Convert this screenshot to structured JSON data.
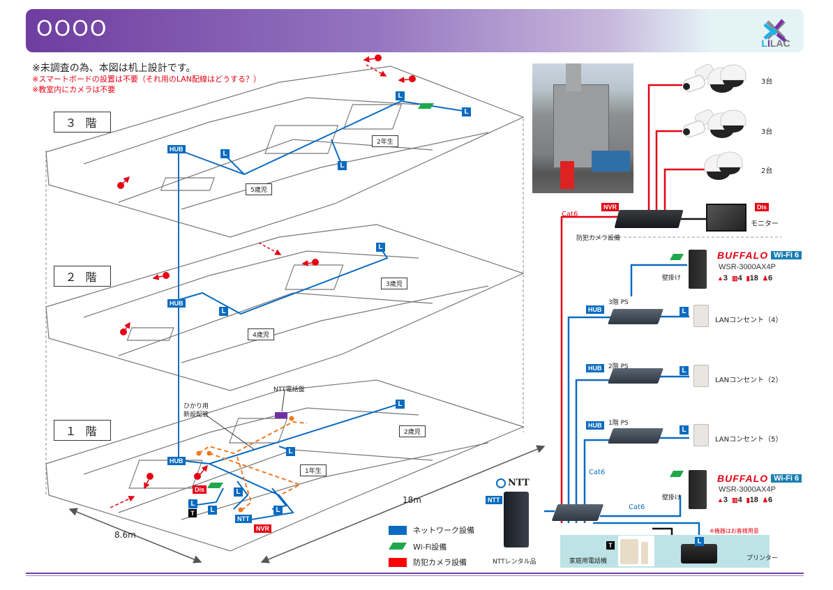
{
  "header": {
    "title": "OOOO",
    "logo_text_parts": [
      "L",
      "I",
      "LAC"
    ]
  },
  "notes": {
    "main": "※未調査の為、本図は机上設計です。",
    "red_1": "※スマートボードの設置は不要（それ用のLAN配線はどうする？）",
    "red_2": "※教室内にカメラは不要"
  },
  "floors": [
    {
      "label": "３ 階",
      "rooms": [
        "2年生",
        "5歳児"
      ]
    },
    {
      "label": "２ 階",
      "rooms": [
        "3歳児",
        "4歳児"
      ]
    },
    {
      "label": "１ 階",
      "rooms": [
        "2歳児",
        "1年生"
      ]
    }
  ],
  "floor1_annotations": {
    "ntt_panel": "NTT電話盤",
    "fiber_pipe": "ひかり用\n新設配管",
    "dim_width": "8.6m",
    "dim_length": "18m"
  },
  "tags": {
    "hub": "HUB",
    "lan": "L",
    "ntt": "NTT",
    "nvr": "NVR",
    "dis": "Dis",
    "tel": "T"
  },
  "camera_system": {
    "groups": [
      {
        "count_label": "3台"
      },
      {
        "count_label": "3台"
      },
      {
        "count_label": "2台"
      }
    ],
    "nvr_tag": "NVR",
    "dis_tag": "Dis",
    "monitor_label": "モニター",
    "section_label": "防犯カメラ設備",
    "cable_label": "Cat6"
  },
  "network": {
    "wifi_routers": [
      {
        "mount": "壁掛け",
        "brand": "BUFFALO",
        "badge": "Wi-Fi 6",
        "model": "WSR-3000AX4P",
        "specs": [
          {
            "v": "3",
            "u": "階建"
          },
          {
            "v": "4",
            "u": "LDK"
          },
          {
            "v": "18",
            "u": "台"
          },
          {
            "v": "6",
            "u": "人"
          }
        ]
      },
      {
        "mount": "壁掛け",
        "brand": "BUFFALO",
        "badge": "Wi-Fi 6",
        "model": "WSR-3000AX4P",
        "specs": [
          {
            "v": "3",
            "u": "階建"
          },
          {
            "v": "4",
            "u": "LDK"
          },
          {
            "v": "18",
            "u": "台"
          },
          {
            "v": "6",
            "u": "人"
          }
        ]
      }
    ],
    "hubs": [
      {
        "tag": "HUB",
        "label": "3階 PS",
        "outlet": "LANコンセント（4）"
      },
      {
        "tag": "HUB",
        "label": "2階 PS",
        "outlet": "LANコンセント（2）"
      },
      {
        "tag": "HUB",
        "label": "1階 PS",
        "outlet": "LANコンセント（5）"
      }
    ],
    "cable_labels": [
      "Cat6",
      "Cat6"
    ],
    "ntt_logo": "NTT",
    "ntt_tag": "NTT",
    "ntt_label": "NTTレンタル品",
    "customer_note": "※機器はお客様用意",
    "phone_label": "家庭用電話機",
    "printer_label": "プリンター"
  },
  "legend": [
    {
      "label": "ネットワーク設備",
      "color": "#0a6bc0"
    },
    {
      "label": "Wi-Fi設備",
      "color": "#1fa84a"
    },
    {
      "label": "防犯カメラ設備",
      "color": "#ff0000"
    }
  ],
  "colors": {
    "network": "#0a6bc0",
    "wifi": "#1fa84a",
    "camera": "#e60012",
    "fiber": "#f07820",
    "ntt_panel": "#7030a0",
    "accent": "#6e3da0"
  }
}
